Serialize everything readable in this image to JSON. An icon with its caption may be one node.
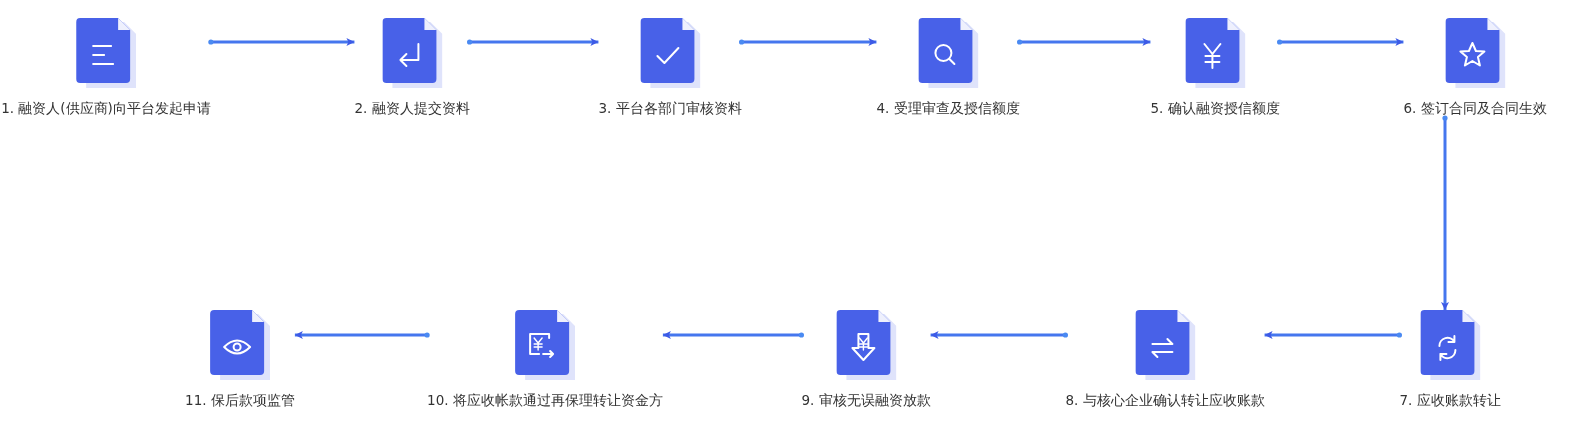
{
  "diagram": {
    "nodes": [
      {
        "text": [
          "1. 融资人(供应商)向平台发起申请"
        ]
      },
      {
        "text": [
          "2. 融资人提交资料"
        ]
      },
      {
        "text": [
          "3. 平台各部门审核资料"
        ]
      },
      {
        "text": [
          "4. 受理审查及授信额度"
        ]
      },
      {
        "text": [
          "5. 确认融资授信额度"
        ]
      },
      {
        "text": [
          "6. 签订合同及合同生效"
        ]
      },
      {
        "text": [
          "7. 应收账款转让"
        ]
      },
      {
        "text": [
          "8. 与核心企业确认转让应收账款"
        ]
      },
      {
        "text": [
          "9. 审核无误融资放款"
        ]
      },
      {
        "text": [
          "10. 将应收帐款通过再保理转让资金方"
        ]
      },
      {
        "text": [
          "11. 保后款项监管"
        ]
      }
    ],
    "edges": [
      {
        "from": 0,
        "to": 1,
        "arrow": "to"
      },
      {
        "from": 1,
        "to": 2,
        "arrow": "to"
      },
      {
        "from": 2,
        "to": 3,
        "arrow": "to"
      },
      {
        "from": 3,
        "to": 4,
        "arrow": "to"
      },
      {
        "from": 4,
        "to": 5,
        "arrow": "to"
      },
      {
        "from": 5,
        "to": 6,
        "arrow": "to"
      },
      {
        "from": 6,
        "to": 7,
        "arrow": "to"
      },
      {
        "from": 7,
        "to": 8,
        "arrow": "to"
      },
      {
        "from": 8,
        "to": 9,
        "arrow": "to"
      },
      {
        "from": 9,
        "to": 10,
        "arrow": "to"
      }
    ]
  }
}
